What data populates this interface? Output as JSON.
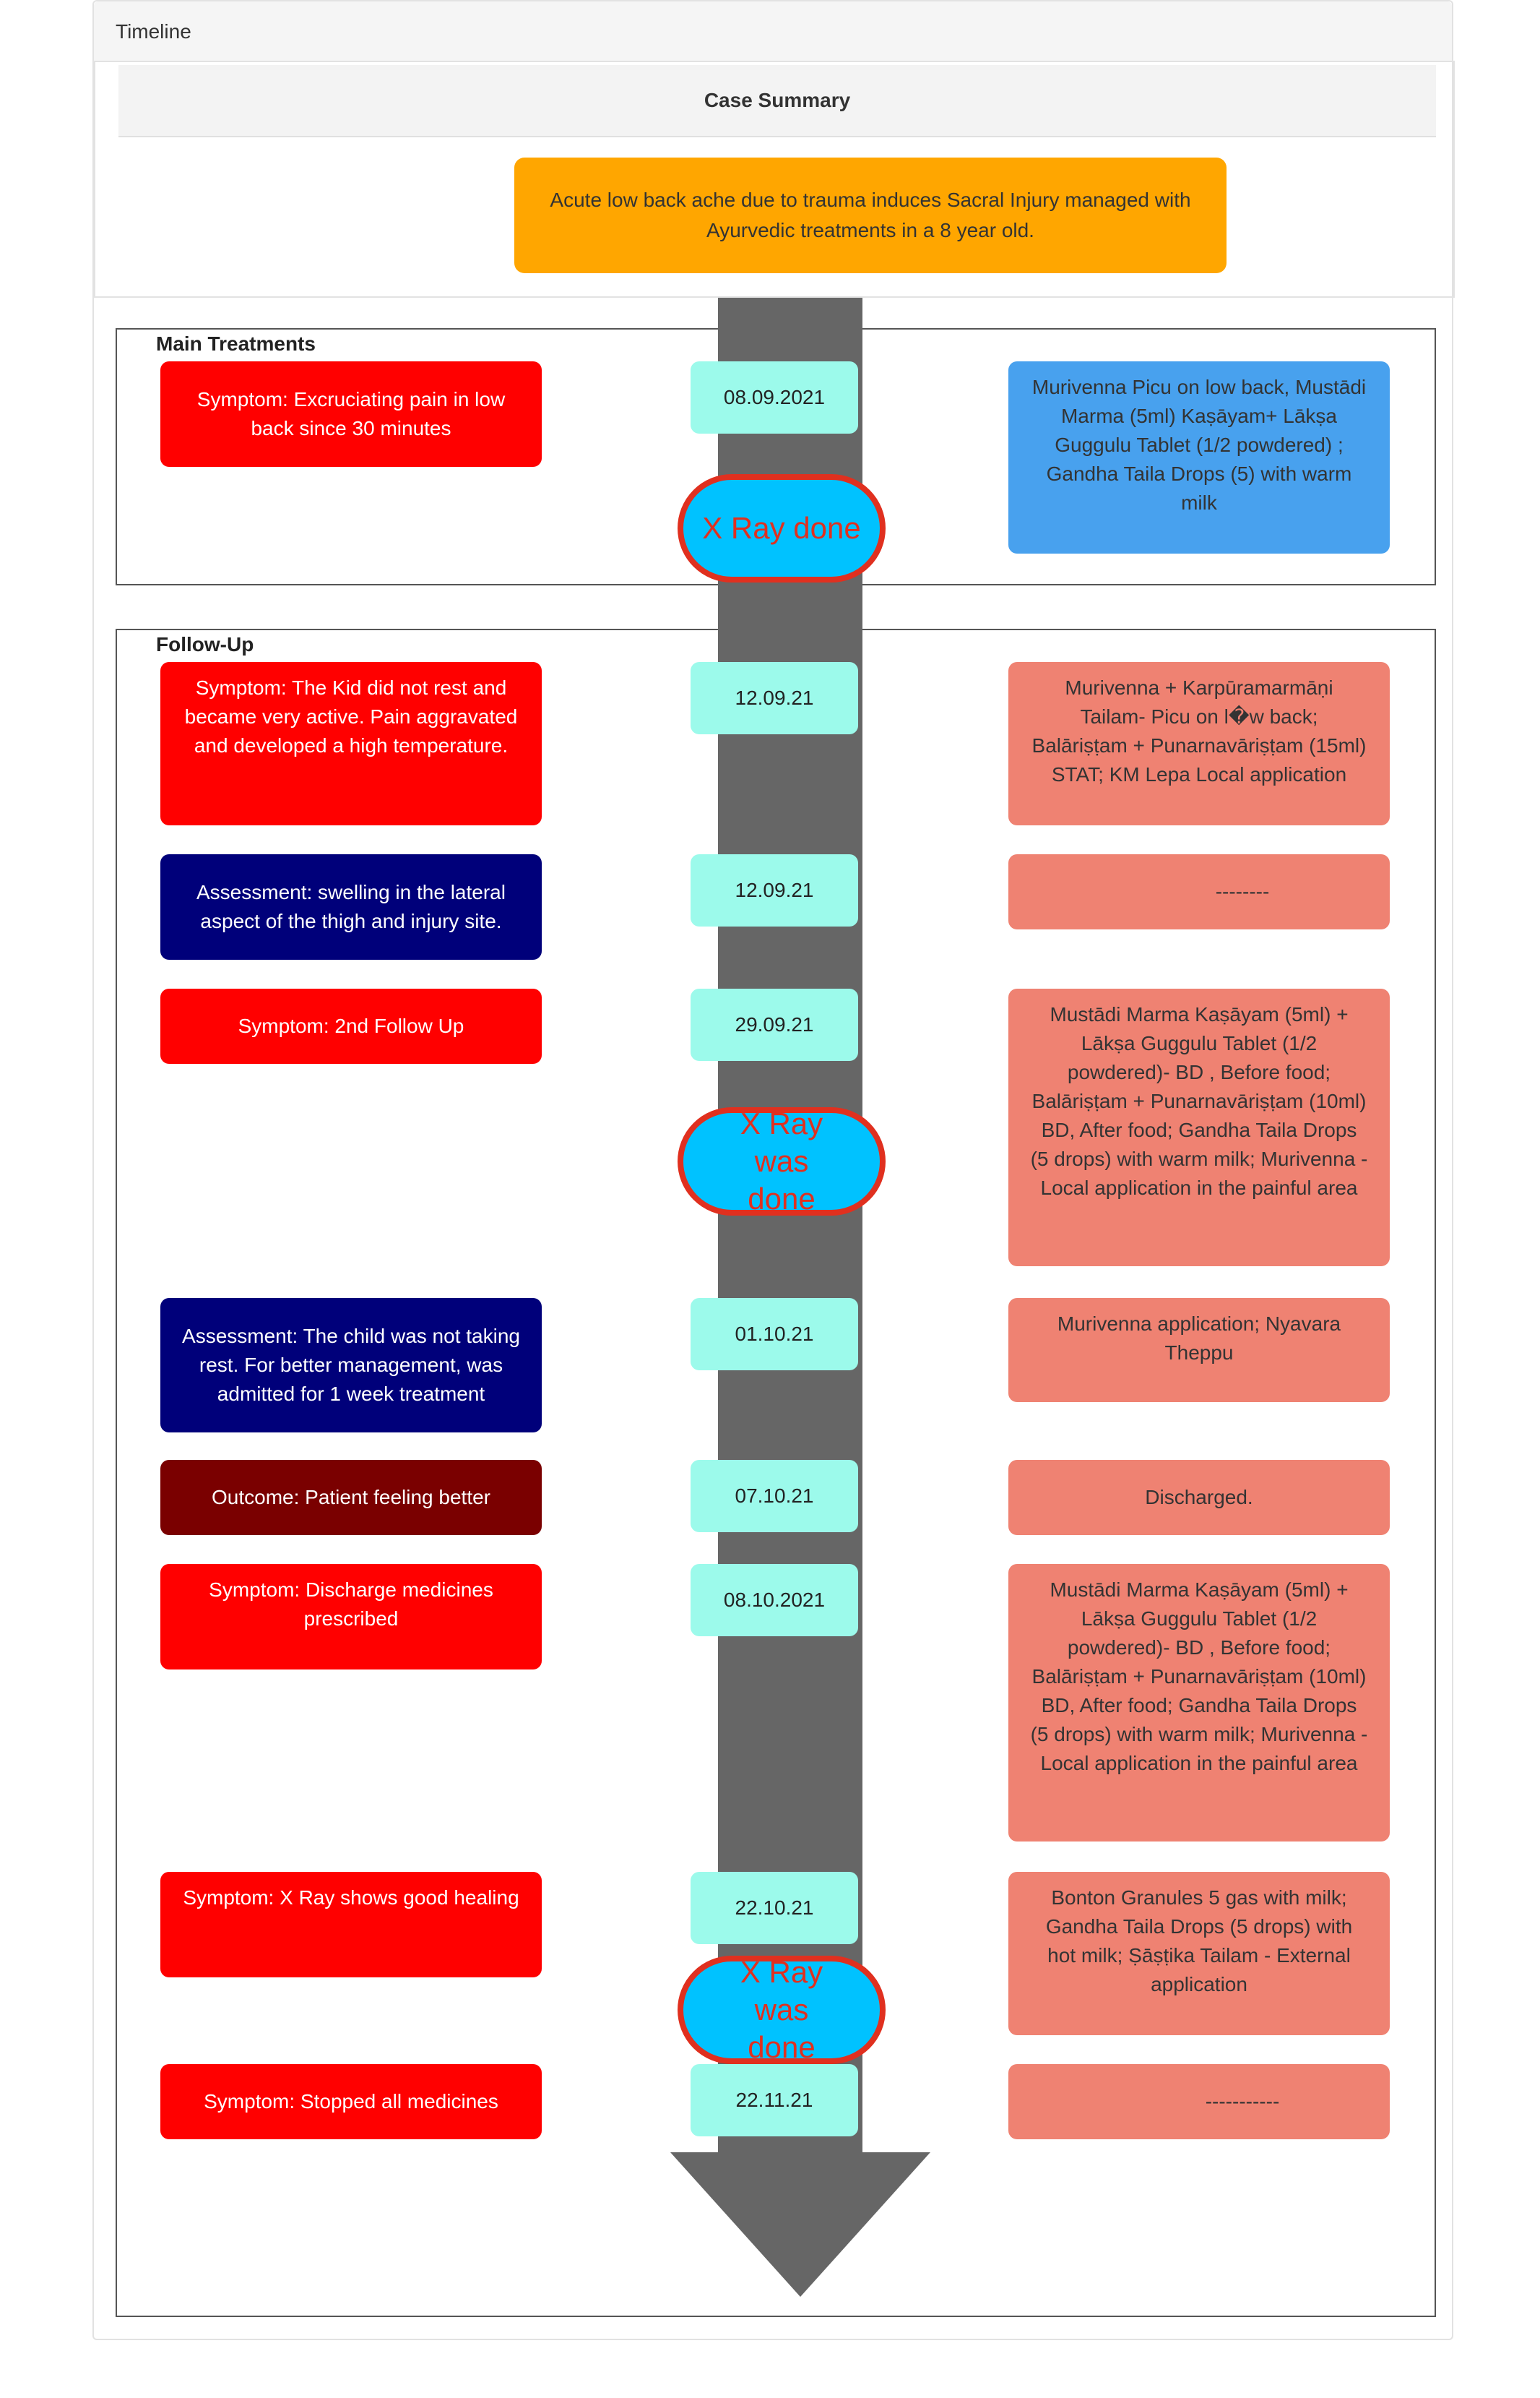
{
  "panel": {
    "title": "Timeline"
  },
  "summary": {
    "title": "Case Summary",
    "text": "Acute low back ache due to trauma induces Sacral Injury managed with Ayurvedic treatments in a 8 year old."
  },
  "sections": {
    "main": "Main Treatments",
    "followup": "Follow-Up"
  },
  "events": [
    {
      "symptom": "Symptom: Excruciating pain in low back since 30 minutes",
      "date": "08.09.2021",
      "treatment": "Murivenna Picu on low back, Mustādi Marma (5ml) Kaṣāyam+ Lākṣa Guggulu Tablet (1/2 powdered) ; Gandha Taila Drops (5) with warm milk"
    },
    {
      "symptom": "Symptom: The Kid did not rest and became very active. Pain aggravated and developed a high temperature.",
      "date": "12.09.21",
      "treatment": "Murivenna + Karpūramarmāṇi Tailam- Picu on l�w back; Balāriṣṭam + Punarnavāriṣṭam (15ml) STAT; KM Lepa Local application"
    },
    {
      "symptom": "Assessment: swelling in the lateral aspect of the thigh and injury site.",
      "date": "12.09.21",
      "treatment": "--------"
    },
    {
      "symptom": "Symptom: 2nd Follow Up",
      "date": "29.09.21",
      "treatment": "Mustādi Marma Kaṣāyam (5ml) + Lākṣa Guggulu Tablet (1/2 powdered)- BD , Before food; Balāriṣṭam + Punarnavāriṣṭam (10ml) BD, After food; Gandha Taila Drops (5 drops) with warm milk; Murivenna - Local application in the painful area"
    },
    {
      "symptom": "Assessment: The child was not taking rest. For better management, was admitted for 1 week treatment",
      "date": "01.10.21",
      "treatment": "Murivenna application; Nyavara Theppu"
    },
    {
      "symptom": "Outcome: Patient feeling better",
      "date": "07.10.21",
      "treatment": "Discharged."
    },
    {
      "symptom": "Symptom: Discharge medicines prescribed",
      "date": "08.10.2021",
      "treatment": "Mustādi Marma Kaṣāyam (5ml) + Lākṣa Guggulu Tablet (1/2 powdered)- BD , Before food; Balāriṣṭam + Punarnavāriṣṭam (10ml) BD, After food; Gandha Taila Drops (5 drops) with warm milk; Murivenna - Local application in the painful area"
    },
    {
      "symptom": "Symptom: X Ray shows good healing",
      "date": "22.10.21",
      "treatment": "Bonton Granules 5 gas with milk; Gandha Taila Drops (5 drops) with hot milk; Ṣāṣṭika Tailam - External application"
    },
    {
      "symptom": "Symptom: Stopped all medicines",
      "date": "22.11.21",
      "treatment": "-----------"
    }
  ],
  "markers": [
    "X Ray done",
    "X Ray was done",
    "X Ray was done"
  ]
}
